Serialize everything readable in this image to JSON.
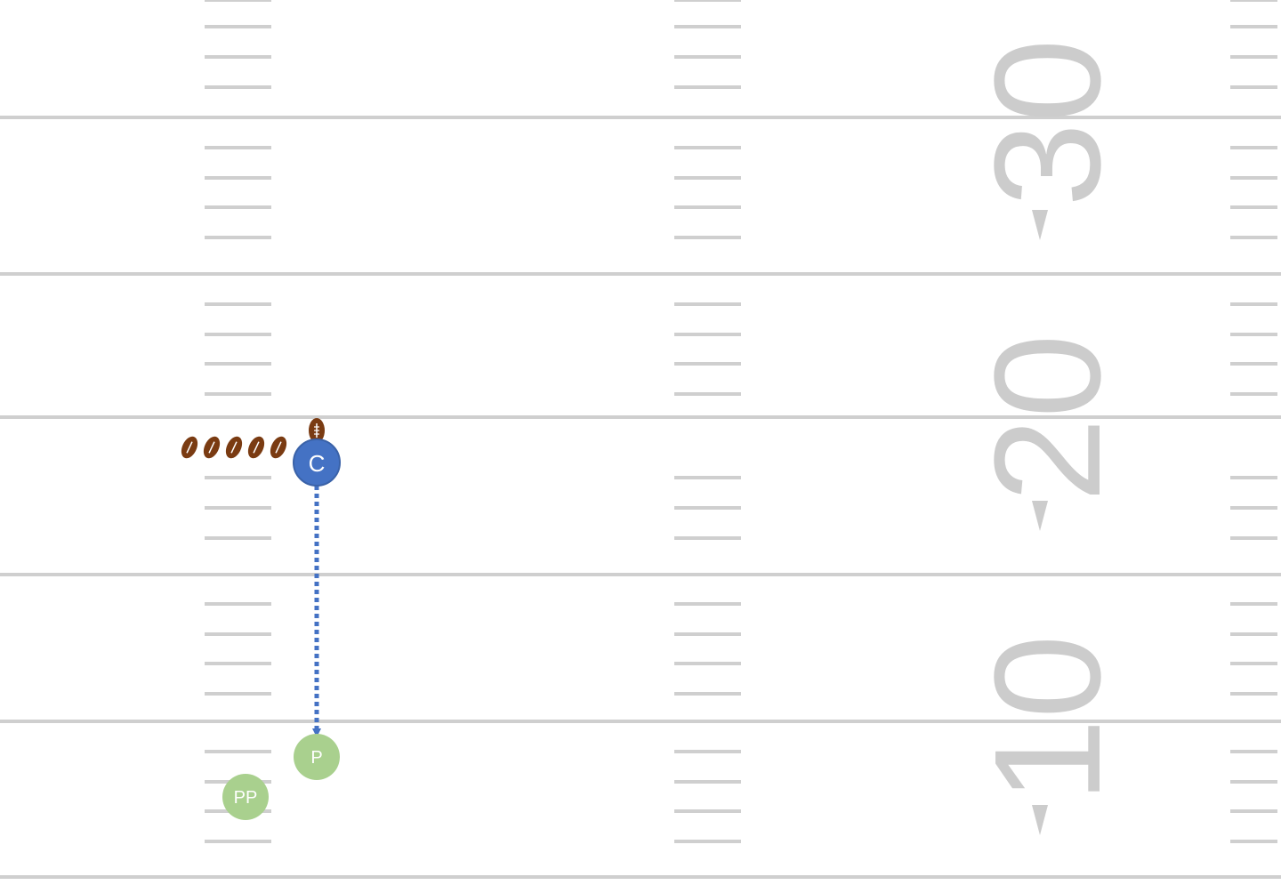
{
  "field": {
    "yard_numbers": [
      {
        "label": "30",
        "data_name": "yard-number-30"
      },
      {
        "label": "20",
        "data_name": "yard-number-20"
      },
      {
        "label": "10",
        "data_name": "yard-number-10"
      }
    ],
    "colors": {
      "background": "#ffffff",
      "lines": "#cfcfcf",
      "numbers": "#cccccc",
      "center_player": "#4472c4",
      "punt_players": "#a9d08e",
      "route": "#4472c4",
      "football": "#7a3b12"
    }
  },
  "players": [
    {
      "id": "center",
      "label": "C",
      "role": "center"
    },
    {
      "id": "punter",
      "label": "P",
      "role": "punter"
    },
    {
      "id": "personal-protector",
      "label": "PP",
      "role": "personal-protector"
    }
  ],
  "footballs": {
    "count_on_line": 5,
    "ball_at_center": 1,
    "icon": "football-icon"
  },
  "route": {
    "style": "dotted",
    "from": "C",
    "to": "P",
    "icon": "arrow-down-icon"
  }
}
